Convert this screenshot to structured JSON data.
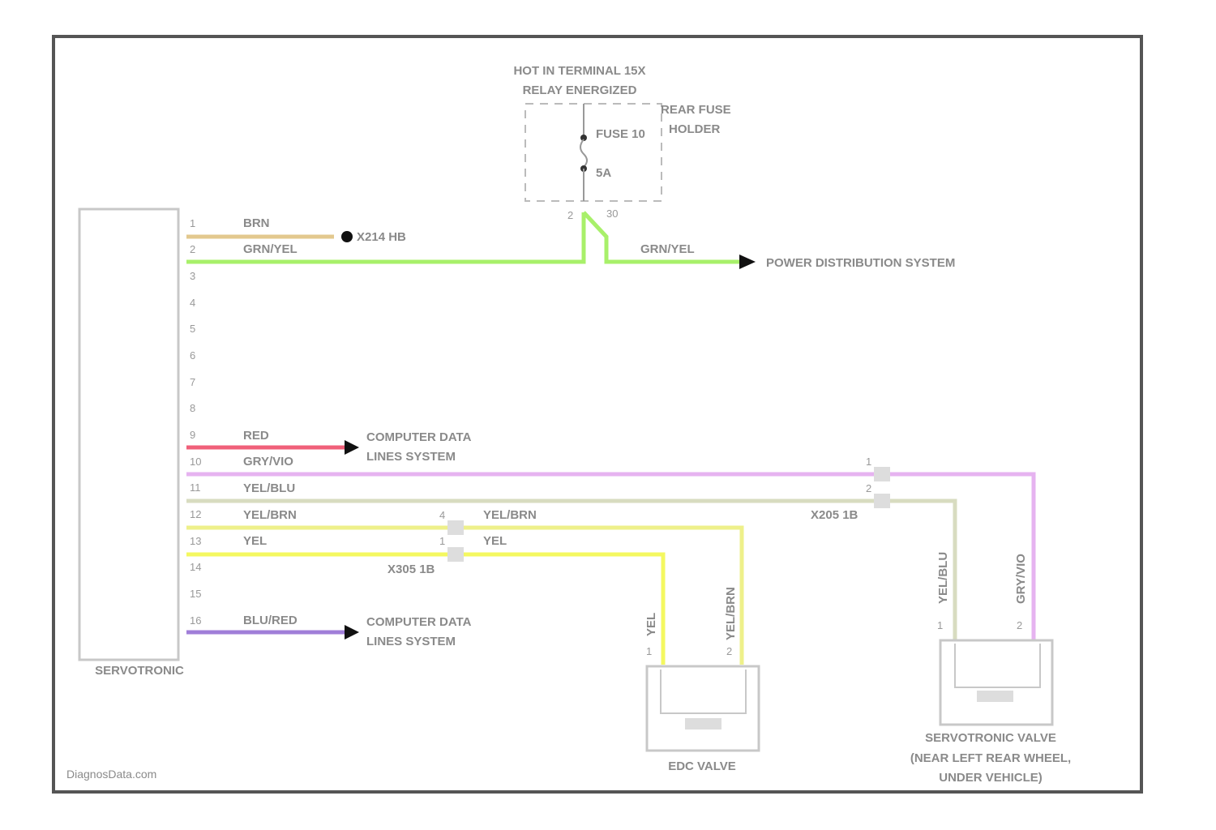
{
  "relay": {
    "line1": "HOT IN TERMINAL 15X",
    "line2": "RELAY ENERGIZED"
  },
  "fuse_holder": {
    "line1": "REAR FUSE",
    "line2": "HOLDER",
    "fuse": "FUSE 10",
    "rating": "5A",
    "pin_in": "2",
    "pin_out": "30"
  },
  "module": {
    "name": "SERVOTRONIC",
    "pins": [
      "1",
      "2",
      "3",
      "4",
      "5",
      "6",
      "7",
      "8",
      "9",
      "10",
      "11",
      "12",
      "13",
      "14",
      "15",
      "16"
    ]
  },
  "wires": {
    "pin1": {
      "color_code": "BRN",
      "dest": "X214 HB",
      "color": "#e3c88e"
    },
    "pin2": {
      "color_code": "GRN/YEL",
      "color": "#a8f06a"
    },
    "power": {
      "color_code": "GRN/YEL",
      "dest": "POWER DISTRIBUTION SYSTEM"
    },
    "pin9": {
      "color_code": "RED",
      "dest_line1": "COMPUTER DATA",
      "dest_line2": "LINES SYSTEM",
      "color": "#f0607a"
    },
    "pin10": {
      "color_code": "GRY/VIO",
      "color": "#e6b3f0"
    },
    "pin11": {
      "color_code": "YEL/BLU",
      "color": "#d8dcc0"
    },
    "pin12": {
      "color_code": "YEL/BRN",
      "color": "#eef08a"
    },
    "pin13": {
      "color_code": "YEL",
      "color": "#f4f860"
    },
    "pin16": {
      "color_code": "BLU/RED",
      "dest_line1": "COMPUTER DATA",
      "dest_line2": "LINES SYSTEM",
      "color": "#a07ed8"
    }
  },
  "connectors": {
    "x305": "X305 1B",
    "x205": "X205 1B",
    "c12_pin": "4",
    "c13_pin": "1",
    "c10_pin": "1",
    "c11_pin": "2",
    "edc_right_code": "YEL/BRN",
    "edc_left_code": "YEL",
    "edc_pin_l": "1",
    "edc_pin_r": "2",
    "sv_left_code": "YEL/BLU",
    "sv_right_code": "GRY/VIO",
    "sv_pin_l": "1",
    "sv_pin_r": "2",
    "edc_right_label": "YEL/BRN",
    "edc_left_label": "YEL"
  },
  "components": {
    "edc_valve": "EDC VALVE",
    "servo_valve_line1": "SERVOTRONIC VALVE",
    "servo_valve_line2": "(NEAR LEFT REAR WHEEL,",
    "servo_valve_line3": "UNDER VEHICLE)"
  },
  "watermark": "DiagnosData.com"
}
